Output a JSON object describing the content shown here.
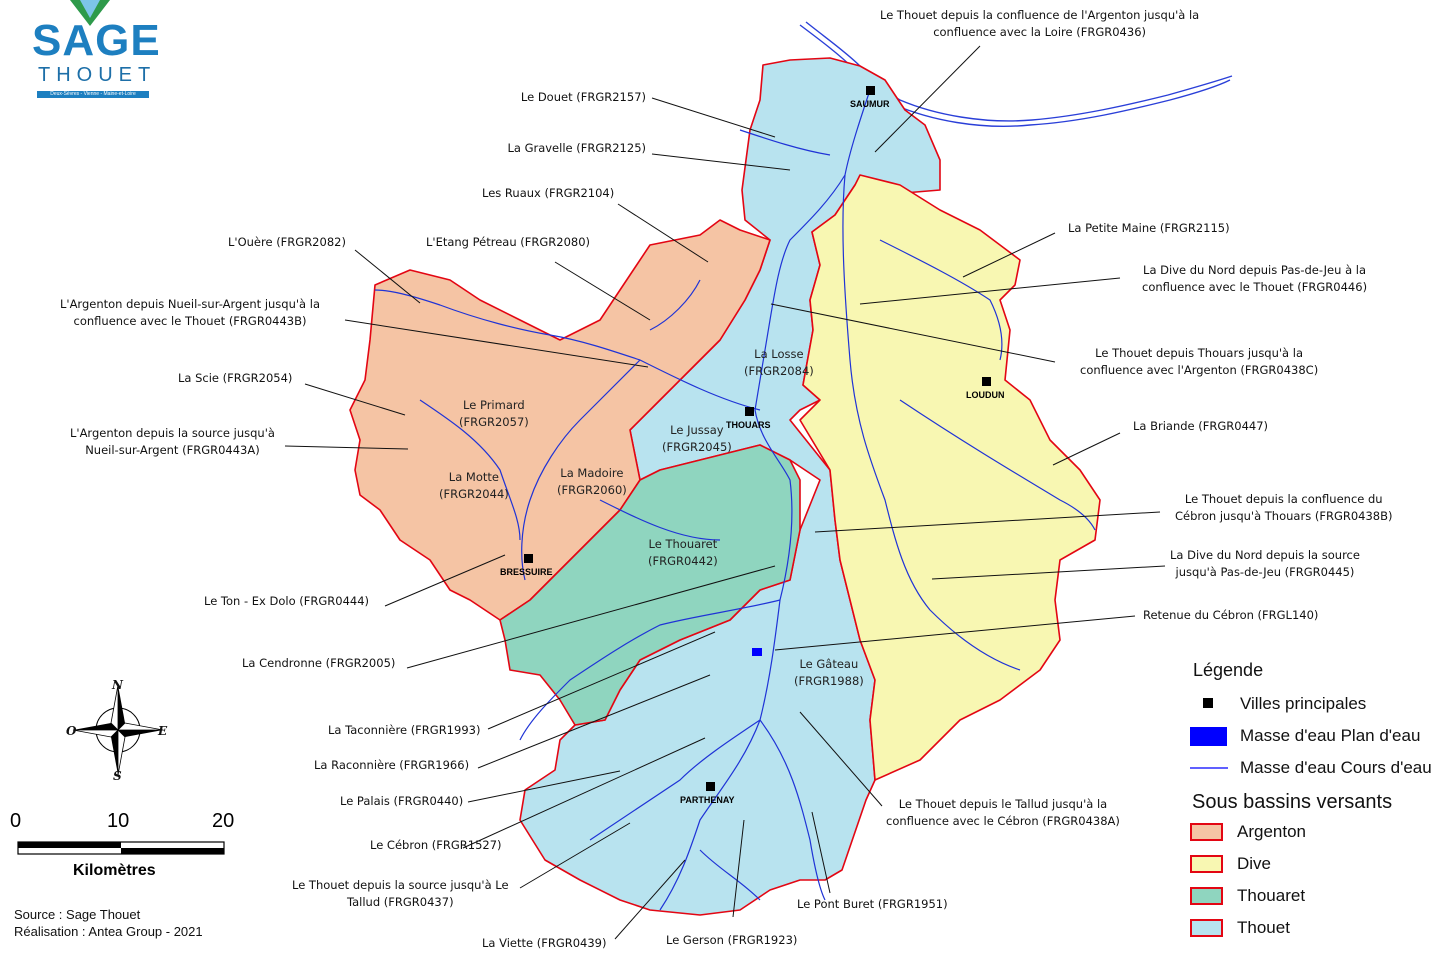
{
  "logo": {
    "name": "SAGE",
    "sub": "THOUET",
    "tagline": "Deux-Sèvres - Vienne - Maine-et-Loire"
  },
  "colors": {
    "argenton": "#f5c4a4",
    "dive": "#f8f7b2",
    "thouaret": "#8fd5bf",
    "thouet": "#b8e3ef",
    "border": "#e30613",
    "river": "#1f33d6",
    "plan_eau": "#0000ff"
  },
  "callouts": [
    {
      "id": "thouet-loire",
      "text": "Le Thouet depuis la confluence de l'Argenton jusqu'à la\nconfluence avec la Loire (FRGR0436)"
    },
    {
      "id": "douet",
      "text": "Le Douet (FRGR2157)"
    },
    {
      "id": "gravelle",
      "text": "La Gravelle (FRGR2125)"
    },
    {
      "id": "ruaux",
      "text": "Les Ruaux (FRGR2104)"
    },
    {
      "id": "ouere",
      "text": "L'Ouère (FRGR2082)"
    },
    {
      "id": "etang",
      "text": "L'Etang Pétreau (FRGR2080)"
    },
    {
      "id": "argenton-nueil",
      "text": "L'Argenton depuis Nueil-sur-Argent jusqu'à la\nconfluence avec le Thouet (FRGR0443B)"
    },
    {
      "id": "scie",
      "text": "La Scie (FRGR2054)"
    },
    {
      "id": "argenton-source",
      "text": "L'Argenton depuis la source jusqu'à\nNueil-sur-Argent (FRGR0443A)"
    },
    {
      "id": "ton",
      "text": "Le Ton - Ex Dolo (FRGR0444)"
    },
    {
      "id": "cendronne",
      "text": "La Cendronne (FRGR2005)"
    },
    {
      "id": "taconniere",
      "text": "La Taconnière (FRGR1993)"
    },
    {
      "id": "raconniere",
      "text": "La Raconnière (FRGR1966)"
    },
    {
      "id": "palais",
      "text": "Le Palais (FRGR0440)"
    },
    {
      "id": "cebron",
      "text": "Le Cébron (FRGR1527)"
    },
    {
      "id": "thouet-source",
      "text": "Le Thouet depuis la source jusqu'à Le\nTallud (FRGR0437)"
    },
    {
      "id": "viette",
      "text": "La Viette (FRGR0439)"
    },
    {
      "id": "gerson",
      "text": "Le Gerson (FRGR1923)"
    },
    {
      "id": "pontburet",
      "text": "Le Pont Buret (FRGR1951)"
    },
    {
      "id": "thouet-tallud",
      "text": "Le Thouet depuis le Tallud jusqu'à la\nconfluence avec le Cébron (FRGR0438A)"
    },
    {
      "id": "petitemaine",
      "text": "La Petite Maine (FRGR2115)"
    },
    {
      "id": "dive-nord",
      "text": "La Dive du Nord depuis Pas-de-Jeu à la\nconfluence avec le Thouet (FRGR0446)"
    },
    {
      "id": "thouet-thouars",
      "text": "Le Thouet depuis Thouars jusqu'à la\nconfluence avec l'Argenton (FRGR0438C)"
    },
    {
      "id": "briande",
      "text": "La Briande (FRGR0447)"
    },
    {
      "id": "thouet-cebron",
      "text": "Le Thouet depuis la confluence du\nCébron jusqu'à Thouars (FRGR0438B)"
    },
    {
      "id": "dive-source",
      "text": "La Dive du Nord depuis la source\njusqu'à Pas-de-Jeu (FRGR0445)"
    },
    {
      "id": "retenue",
      "text": "Retenue du Cébron (FRGL140)"
    }
  ],
  "onmap_labels": [
    {
      "id": "losse",
      "text": "La Losse\n(FRGR2084)"
    },
    {
      "id": "primard",
      "text": "Le Primard\n(FRGR2057)"
    },
    {
      "id": "jussay",
      "text": "Le Jussay\n(FRGR2045)"
    },
    {
      "id": "motte",
      "text": "La Motte\n(FRGR2044)"
    },
    {
      "id": "madoire",
      "text": "La Madoire\n(FRGR2060)"
    },
    {
      "id": "thouaret",
      "text": "Le Thouaret\n(FRGR0442)"
    },
    {
      "id": "gateau",
      "text": "Le Gâteau\n(FRGR1988)"
    }
  ],
  "cities": [
    {
      "id": "saumur",
      "name": "SAUMUR"
    },
    {
      "id": "thouars",
      "name": "THOUARS"
    },
    {
      "id": "loudun",
      "name": "LOUDUN"
    },
    {
      "id": "bressuire",
      "name": "BRESSUIRE"
    },
    {
      "id": "parthenay",
      "name": "PARTHENAY"
    }
  ],
  "legend": {
    "title": "Légende",
    "items": [
      {
        "label": "Villes principales",
        "icon": "black-square"
      },
      {
        "label": "Masse d'eau Plan d'eau",
        "icon": "blue-rectangle"
      },
      {
        "label": "Masse d'eau Cours d'eau",
        "icon": "blue-line"
      }
    ],
    "subtitle": "Sous bassins versants",
    "basins": [
      {
        "label": "Argenton",
        "color": "#f5c4a4"
      },
      {
        "label": "Dive",
        "color": "#f8f7b2"
      },
      {
        "label": "Thouaret",
        "color": "#8fd5bf"
      },
      {
        "label": "Thouet",
        "color": "#b8e3ef"
      }
    ]
  },
  "compass": {
    "n": "N",
    "s": "S",
    "e": "E",
    "o": "O"
  },
  "scale": {
    "ticks": [
      "0",
      "10",
      "20"
    ],
    "unit": "Kilomètres"
  },
  "credits": {
    "source": "Source : Sage Thouet",
    "realisation": "Réalisation : Antea Group - 2021"
  }
}
